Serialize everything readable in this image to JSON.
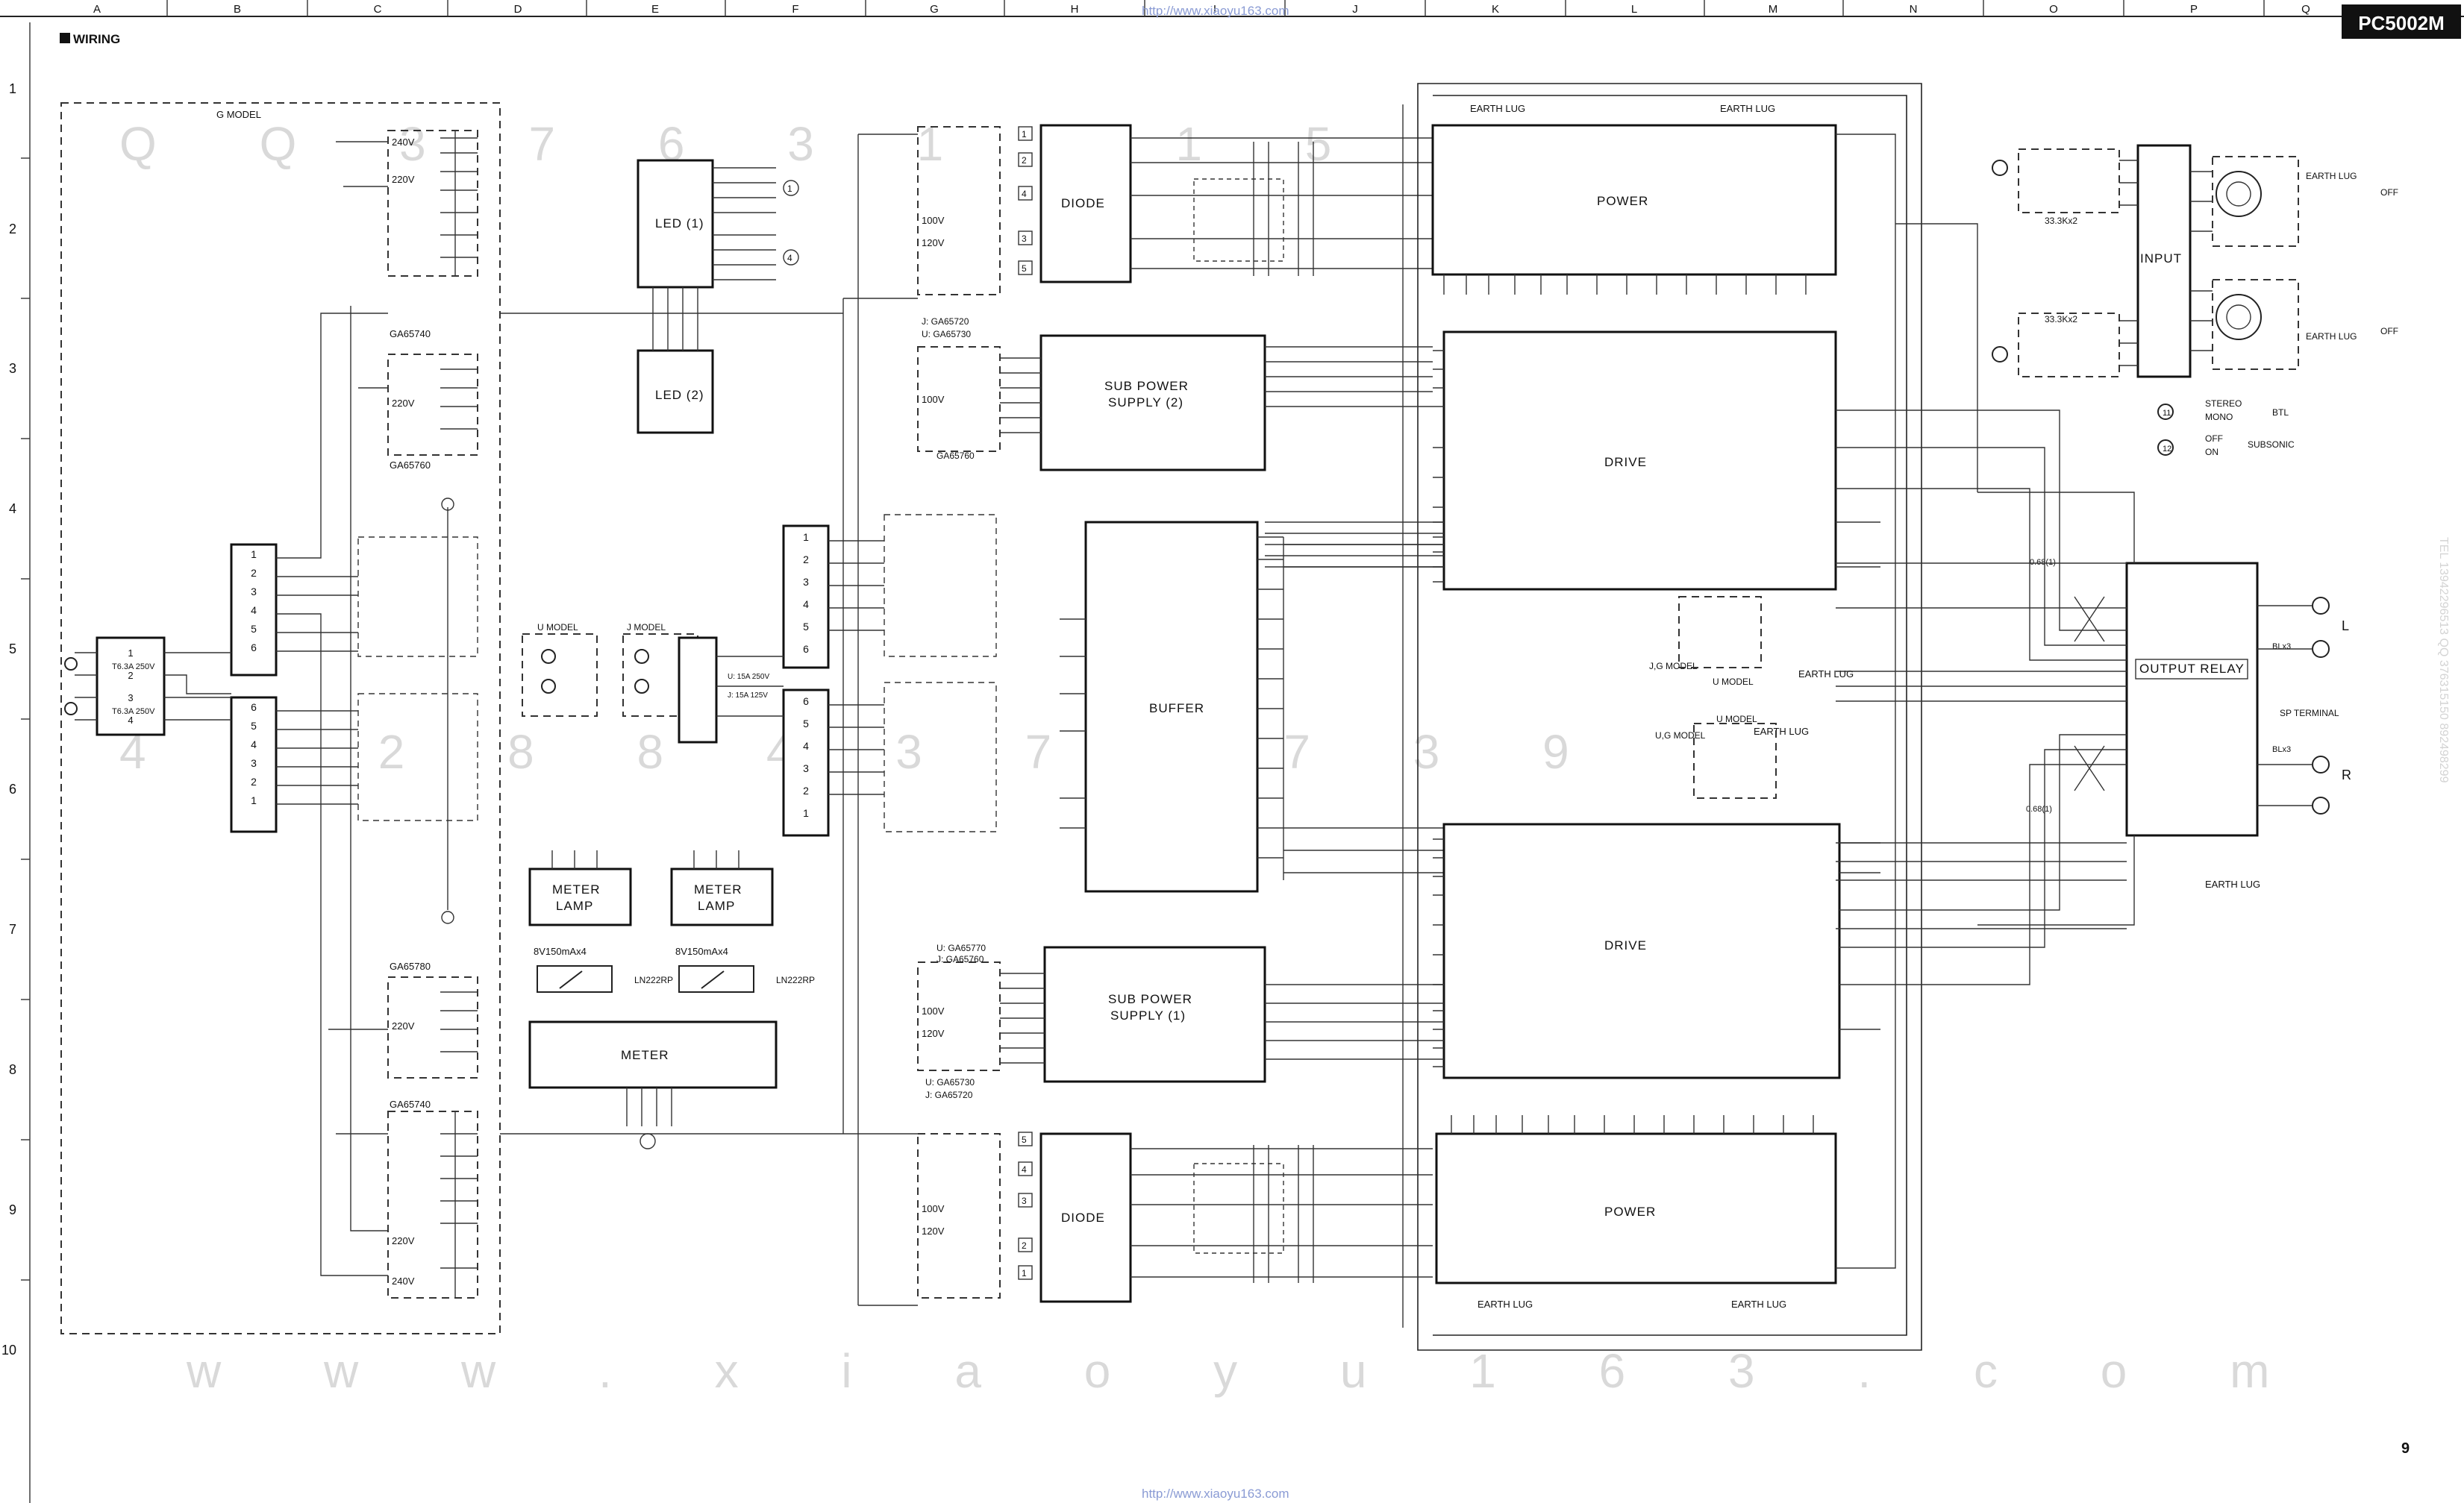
{
  "header": {
    "model": "PC5002M",
    "section": "WIRING",
    "url": "http://www.xiaoyu163.com",
    "page_number": "9"
  },
  "grid": {
    "columns": [
      "A",
      "B",
      "C",
      "D",
      "E",
      "F",
      "G",
      "H",
      "I",
      "J",
      "K",
      "L",
      "M",
      "N",
      "O",
      "P",
      "Q"
    ],
    "rows": [
      "1",
      "2",
      "3",
      "4",
      "5",
      "6",
      "7",
      "8",
      "9",
      "10"
    ]
  },
  "watermark": {
    "line1": "Q Q 3 7 6 3 1 5 1 5 0",
    "line2": "4 2 2 8 8 4 3 7 6 7 3 9",
    "bottom": "w w w . x i a o y u 1 6 3 . c o m",
    "side": "TEL 13942296513  QQ 376315150  892498299"
  },
  "blocks": {
    "diode_top": "DIODE",
    "diode_bottom": "DIODE",
    "power_top": "POWER",
    "power_bottom": "POWER",
    "sub_power_2": [
      "SUB POWER",
      "SUPPLY (2)"
    ],
    "sub_power_1": [
      "SUB POWER",
      "SUPPLY (1)"
    ],
    "drive_top": "DRIVE",
    "drive_bottom": "DRIVE",
    "buffer": "BUFFER",
    "input": "INPUT",
    "output_relay": "OUTPUT RELAY",
    "led1": "LED (1)",
    "led2": "LED (2)",
    "meter_lamp_l": [
      "METER",
      "LAMP"
    ],
    "meter_lamp_r": [
      "METER",
      "LAMP"
    ],
    "meter": "METER"
  },
  "labels": {
    "g_model": "G MODEL",
    "u_model": "U MODEL",
    "j_model": "J MODEL",
    "ug_model_a": "U,G MODEL",
    "u_model_b": "U MODEL",
    "jg_model": "J,G MODEL",
    "u_model_c": "U MODEL",
    "earth_lug": "EARTH LUG",
    "sp_terminal": "SP TERMINAL",
    "stereo": "STEREO",
    "mono": "MONO",
    "btl": "BTL",
    "off": "OFF",
    "on": "ON",
    "subsonic": "SUBSONIC",
    "ga65740_top": "GA65740",
    "ga65760_top": "GA65760",
    "ga65760_mid": "GA65760",
    "ga65780": "GA65780",
    "ga65740_bottom": "GA65740",
    "j_ga65720": "J: GA65720",
    "u_ga65730": "U: GA65730",
    "u_ga65770": "U: GA65770",
    "j_ga65760": "J: GA65760",
    "u_ga65730_b": "U: GA65730",
    "j_ga65720_b": "J: GA65720",
    "v240": "240V",
    "v220": "220V",
    "v100": "100V",
    "v120": "120V",
    "lamp_spec": "8V150mAx4",
    "ln222rp": "LN222RP",
    "res_33k": "33.3Kx2",
    "fuse_t63": "T6.3A 250V",
    "fuse_u15": "U: 15A 250V",
    "fuse_j15": "J: 15A 125V",
    "res_0681": "0.68(1)",
    "res_0682": "0.68(1)",
    "out_l": "L",
    "out_r": "R",
    "blx3": "BLx3"
  }
}
